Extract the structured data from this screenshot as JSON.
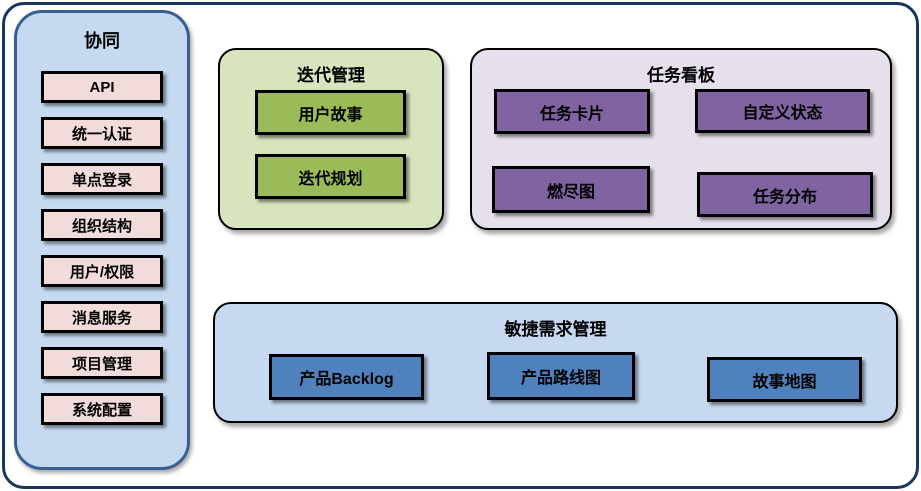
{
  "diagram": {
    "sidebar": {
      "title": "协同",
      "items": [
        "API",
        "统一认证",
        "单点登录",
        "组织结构",
        "用户/权限",
        "消息服务",
        "项目管理",
        "系统配置"
      ]
    },
    "panels": {
      "iteration": {
        "title": "迭代管理",
        "items": [
          "用户故事",
          "迭代规划"
        ]
      },
      "kanban": {
        "title": "任务看板",
        "items": [
          "任务卡片",
          "自定义状态",
          "燃尽图",
          "任务分布"
        ]
      },
      "agile": {
        "title": "敏捷需求管理",
        "items": [
          "产品Backlog",
          "产品路线图",
          "故事地图"
        ]
      }
    },
    "colors": {
      "outer_border": "#17375E",
      "sidebar_bg": "#C5D9F1",
      "sidebar_border": "#376092",
      "sidebar_item_bg": "#F2DCDB",
      "iteration_panel_bg": "#D7E4BD",
      "iteration_item_bg": "#9BBB59",
      "kanban_panel_bg": "#E6E0EC",
      "kanban_item_bg": "#8064A2",
      "agile_panel_bg": "#C6D9F1",
      "agile_item_bg": "#4F81BD",
      "box_border": "#000000",
      "text": "#000000"
    }
  }
}
